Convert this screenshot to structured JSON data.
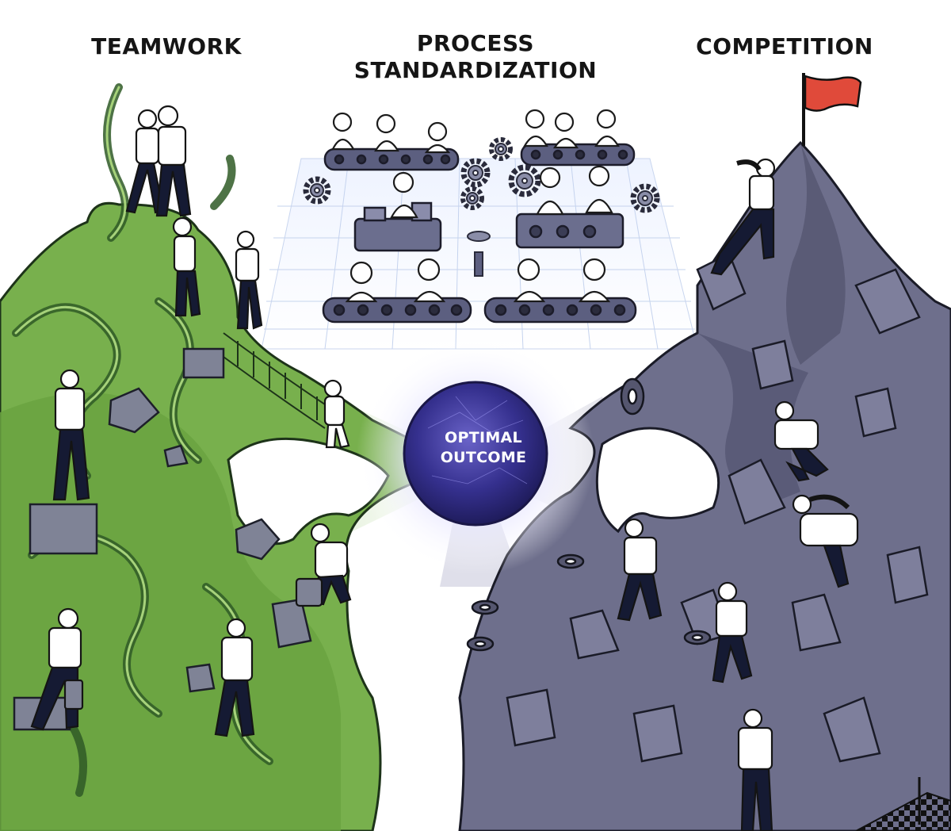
{
  "labels": {
    "teamwork": "TEAMWORK",
    "process_line1": "PROCESS",
    "process_line2": "STANDARDIZATION",
    "competition": "COMPETITION",
    "outcome_line1": "OPTIMAL",
    "outcome_line2": "OUTCOME"
  },
  "colors": {
    "teamwork_green": "#6fa84a",
    "teamwork_dark_green": "#2f5a26",
    "competition_stone": "#6e6f8c",
    "competition_dark": "#3f4057",
    "orb": "#2e2b85",
    "flag": "#e04a3a",
    "ink": "#151515"
  },
  "icons": {
    "flag": "red-flag-icon",
    "gear": "gear-icon",
    "finish": "checkered-finish-line-icon"
  }
}
